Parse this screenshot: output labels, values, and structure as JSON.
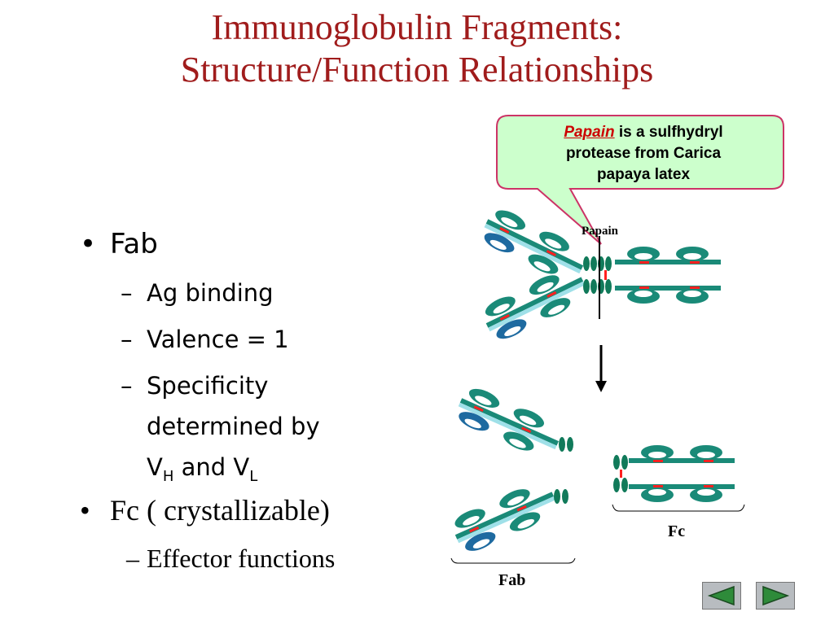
{
  "title": {
    "line1": "Immunoglobulin Fragments:",
    "line2": "Structure/Function Relationships"
  },
  "bullets": {
    "fab": "Fab",
    "fab_items": [
      "Ag binding",
      "Valence = 1",
      "Specificity",
      "determined by"
    ],
    "vh_v": "V",
    "vh_sub": "H",
    "and": " and V",
    "vl_sub": "L",
    "fc": "Fc ( crystallizable)",
    "fc_item": "Effector functions"
  },
  "callout": {
    "papain_word": "Papain",
    "text1": " is a sulfhydryl",
    "text2": "protease from Carica",
    "text3": "papaya latex"
  },
  "diagram": {
    "papain_label": "Papain",
    "fab_label": "Fab",
    "fc_label": "Fc"
  },
  "colors": {
    "title": "#a01c1c",
    "callout_bg": "#ccffcc",
    "callout_border": "#cc3366",
    "domain_teal": "#1a8a78",
    "domain_blue": "#1e6aa0",
    "bond": "#ff2020",
    "hinge": "#117a5a",
    "nav": "#2e8b3a"
  },
  "nav": {
    "prev_icon": "left-triangle-icon",
    "next_icon": "right-triangle-icon"
  }
}
